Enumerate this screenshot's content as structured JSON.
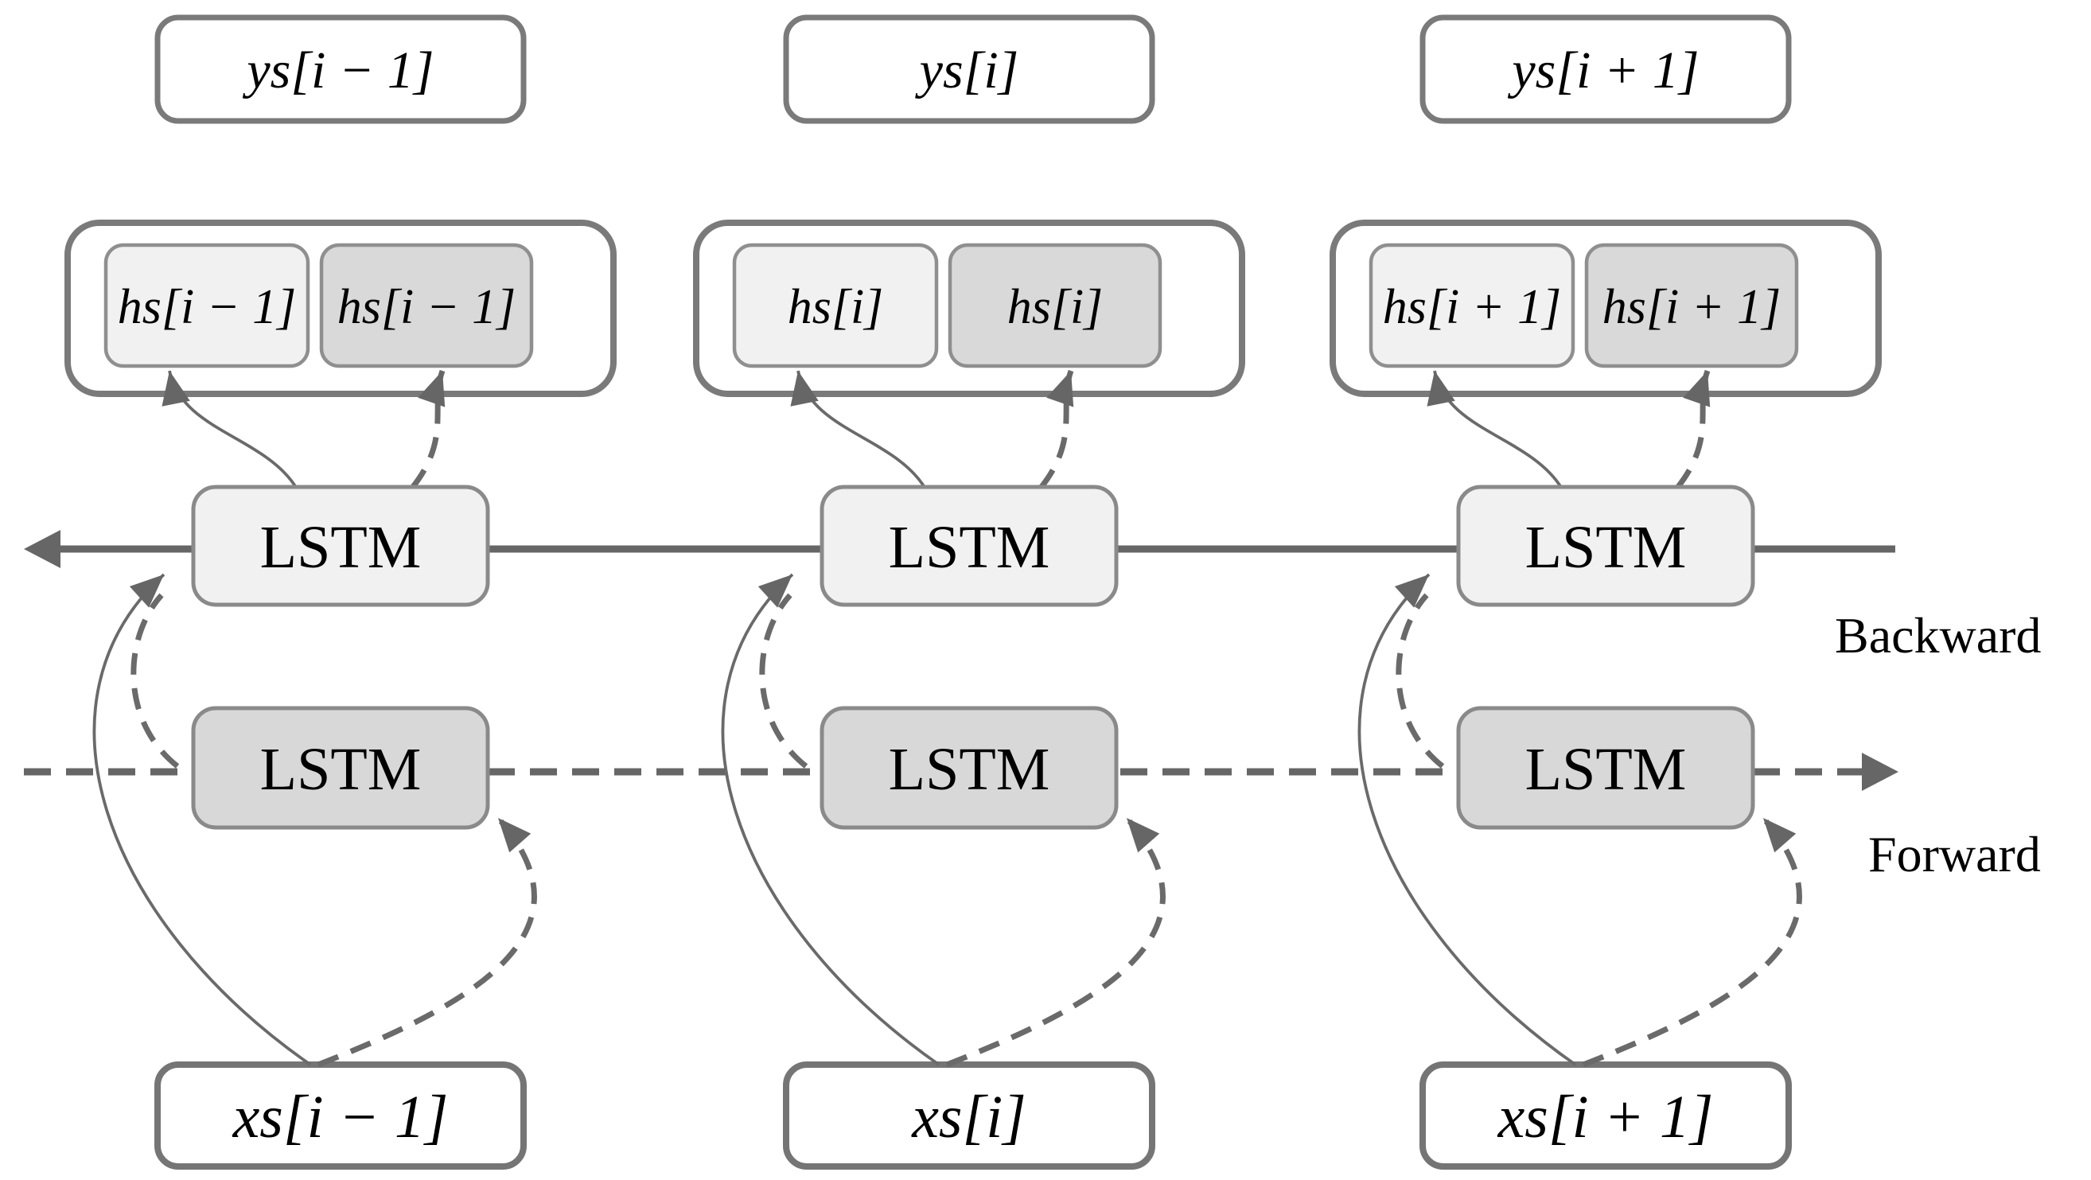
{
  "diagram": {
    "kind": "bidirectional-lstm-architecture",
    "direction_labels": {
      "backward": "Backward",
      "forward": "Forward"
    },
    "columns": [
      {
        "id": "i-1",
        "ys": "ys[i − 1]",
        "hs_backward": "hs[i − 1]",
        "hs_forward": "hs[i − 1]",
        "lstm_backward": "LSTM",
        "lstm_forward": "LSTM",
        "xs": "xs[i − 1]"
      },
      {
        "id": "i",
        "ys": "ys[i]",
        "hs_backward": "hs[i]",
        "hs_forward": "hs[i]",
        "lstm_backward": "LSTM",
        "lstm_forward": "LSTM",
        "xs": "xs[i]"
      },
      {
        "id": "i+1",
        "ys": "ys[i + 1]",
        "hs_backward": "hs[i + 1]",
        "hs_forward": "hs[i + 1]",
        "lstm_backward": "LSTM",
        "lstm_forward": "LSTM",
        "xs": "xs[i + 1]"
      }
    ],
    "colors": {
      "background": "#ffffff",
      "box_fill_light": "#f1f1f1",
      "box_fill_dark": "#d9d9d9",
      "box_border": "#7a7a7a",
      "line_gray": "#666666",
      "text": "#000000"
    }
  }
}
